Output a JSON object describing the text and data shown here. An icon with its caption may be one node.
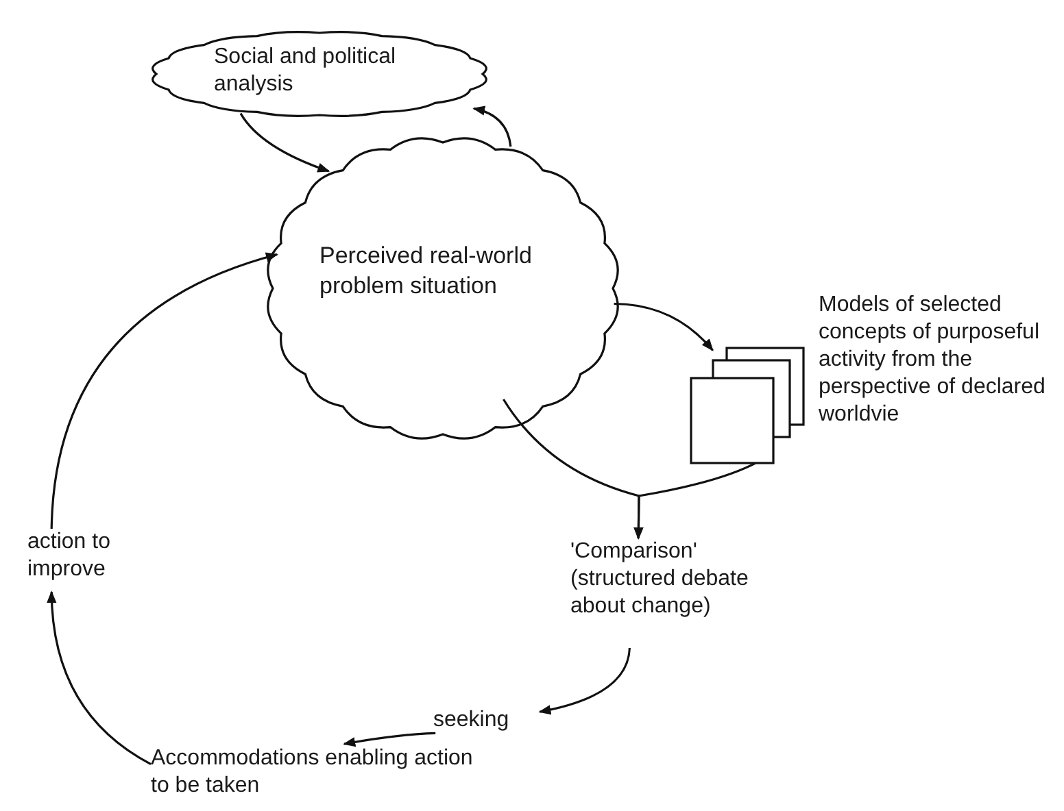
{
  "diagram": {
    "nodes": [
      {
        "text": [
          "Social and political analysis"
        ]
      },
      {
        "text": [
          "Perceived real-world problem situation"
        ]
      },
      {
        "text": [],
        "shape": "box",
        "beside": [
          "Models of selected concepts of purposeful activity from the perspective of declared worldvie"
        ]
      },
      {
        "text": [
          "'Comparison' (structured debate about change)"
        ]
      },
      {
        "text": [
          "seeking"
        ]
      },
      {
        "text": [
          "Accommodations enabling action to be taken"
        ]
      },
      {
        "text": [
          "action to improve"
        ]
      }
    ],
    "edges": [
      {
        "from": 0,
        "to": 1,
        "arrow": "to"
      },
      {
        "from": 1,
        "to": 0,
        "arrow": "to"
      },
      {
        "from": 1,
        "to": 2,
        "arrow": "to"
      },
      {
        "from": 1,
        "to": 3,
        "arrow": "to"
      },
      {
        "from": 2,
        "to": 3,
        "arrow": "to"
      },
      {
        "from": 3,
        "to": 4,
        "arrow": "to"
      },
      {
        "from": 4,
        "to": 5,
        "arrow": "to"
      },
      {
        "from": 5,
        "to": 6,
        "arrow": "to"
      },
      {
        "from": 6,
        "to": 1,
        "arrow": "to"
      }
    ]
  }
}
